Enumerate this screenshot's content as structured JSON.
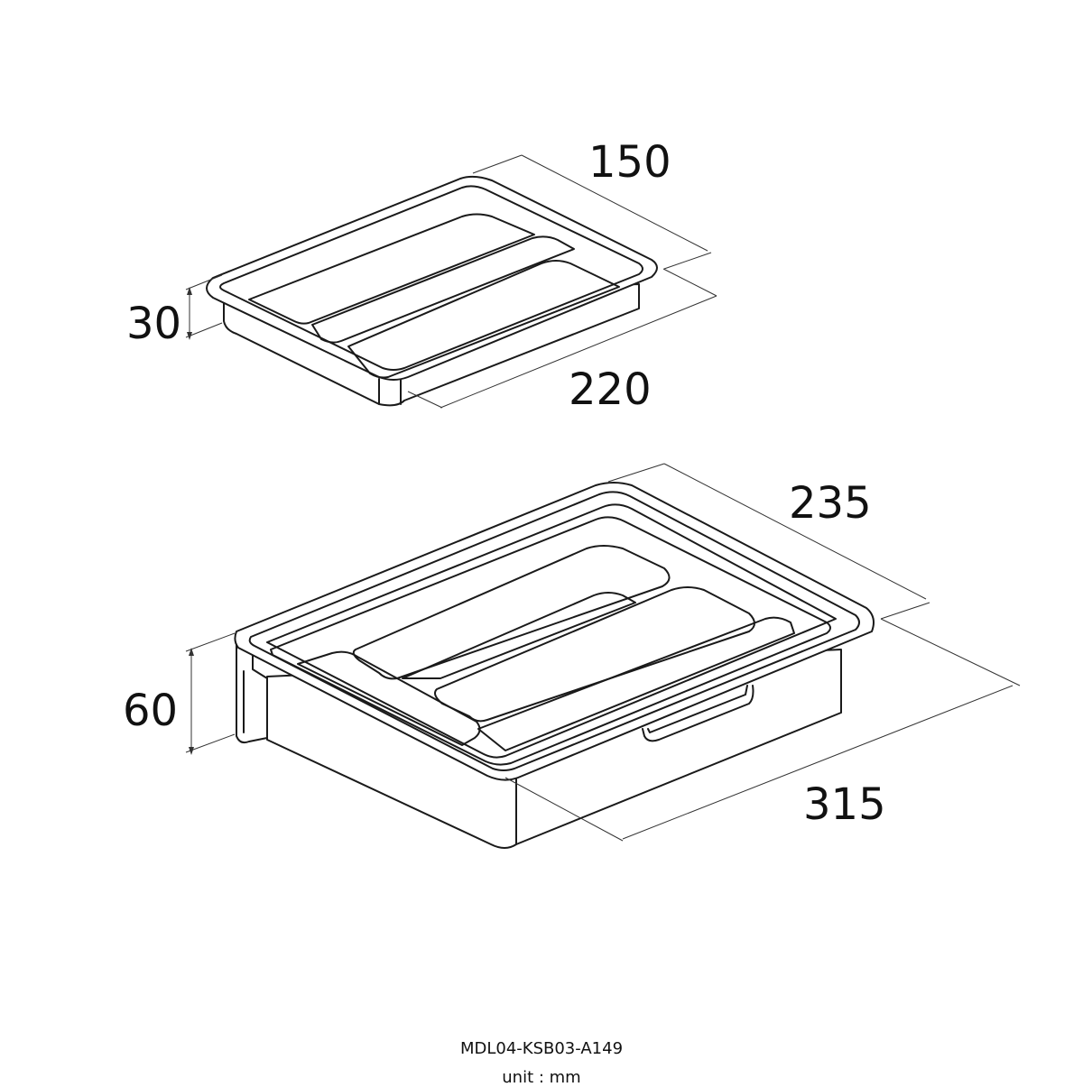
{
  "small_tray": {
    "dimensions": {
      "length": "150",
      "depth": "220",
      "height": "30"
    }
  },
  "large_tray": {
    "dimensions": {
      "length": "235",
      "depth": "315",
      "height": "60"
    }
  },
  "footer": {
    "model_code": "MDL04-KSB03-A149",
    "unit": "unit : mm"
  }
}
